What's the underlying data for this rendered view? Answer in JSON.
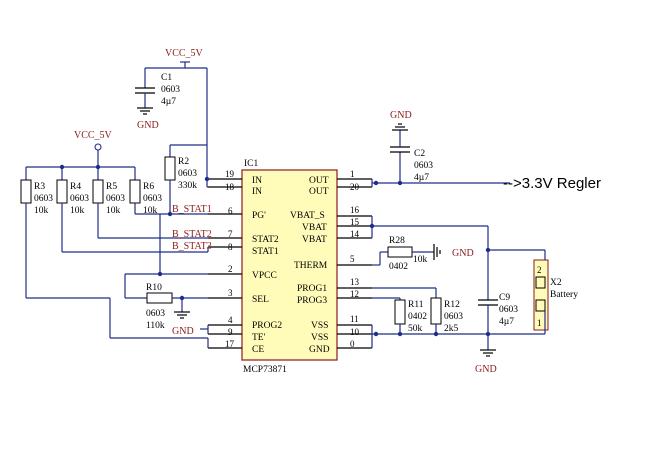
{
  "nets": {
    "vcc_top": "VCC_5V",
    "vcc_left": "VCC_5V",
    "gnd_c1": "GND",
    "gnd_c2": "GND",
    "gnd_r28": "GND",
    "gnd_r10": "GND",
    "gnd_c9": "GND",
    "b_stat1": "B_STAT1",
    "b_stat2": "B_STAT2",
    "b_stat3": "B_STAT3",
    "regler": "-->3.3V Regler"
  },
  "ic": {
    "ref": "IC1",
    "part": "MCP73871",
    "left_pins": [
      {
        "num": "19",
        "name": "IN"
      },
      {
        "num": "18",
        "name": "IN"
      },
      {
        "num": "6",
        "name": "PG'"
      },
      {
        "num": "7",
        "name": "STAT2"
      },
      {
        "num": "8",
        "name": "STAT1"
      },
      {
        "num": "2",
        "name": "VPCC"
      },
      {
        "num": "3",
        "name": "SEL"
      },
      {
        "num": "4",
        "name": "PROG2"
      },
      {
        "num": "9",
        "name": "TE'"
      },
      {
        "num": "17",
        "name": "CE"
      }
    ],
    "right_pins": [
      {
        "num": "1",
        "name": "OUT"
      },
      {
        "num": "20",
        "name": "OUT"
      },
      {
        "num": "16",
        "name": "VBAT_S"
      },
      {
        "num": "15",
        "name": "VBAT"
      },
      {
        "num": "14",
        "name": "VBAT"
      },
      {
        "num": "5",
        "name": "THERM"
      },
      {
        "num": "13",
        "name": "PROG1"
      },
      {
        "num": "12",
        "name": "PROG3"
      },
      {
        "num": "11",
        "name": "VSS"
      },
      {
        "num": "10",
        "name": "VSS"
      },
      {
        "num": "0",
        "name": "GND"
      }
    ]
  },
  "parts": {
    "c1": {
      "ref": "C1",
      "pkg": "0603",
      "val": "4µ7"
    },
    "c2": {
      "ref": "C2",
      "pkg": "0603",
      "val": "4µ7"
    },
    "c9": {
      "ref": "C9",
      "pkg": "0603",
      "val": "4µ7"
    },
    "r2": {
      "ref": "R2",
      "pkg": "0603",
      "val": "330k"
    },
    "r3": {
      "ref": "R3",
      "pkg": "0603",
      "val": "10k"
    },
    "r4": {
      "ref": "R4",
      "pkg": "0603",
      "val": "10k"
    },
    "r5": {
      "ref": "R5",
      "pkg": "0603",
      "val": "10k"
    },
    "r6": {
      "ref": "R6",
      "pkg": "0603",
      "val": "10k"
    },
    "r10": {
      "ref": "R10",
      "pkg": "0603",
      "val": "110k"
    },
    "r11": {
      "ref": "R11",
      "pkg": "0402",
      "val": "50k"
    },
    "r12": {
      "ref": "R12",
      "pkg": "0603",
      "val": "2k5"
    },
    "r28": {
      "ref": "R28",
      "pkg": "0402",
      "val": "10k"
    },
    "x2": {
      "ref": "X2",
      "name": "Battery",
      "pin1": "1",
      "pin2": "2"
    }
  }
}
